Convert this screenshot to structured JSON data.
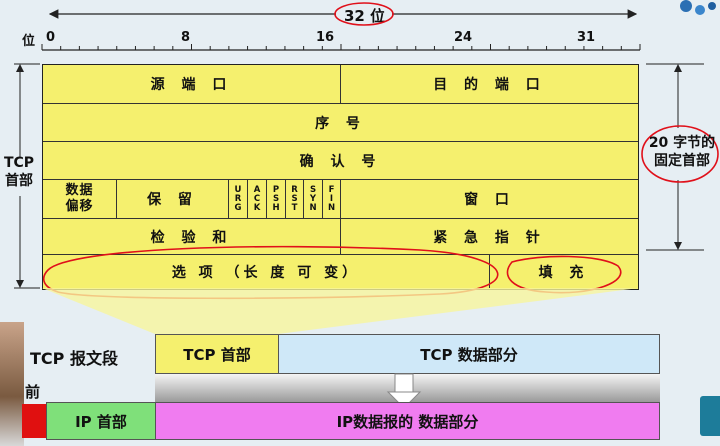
{
  "top": {
    "width_label": "32 位"
  },
  "ruler": {
    "prefix": "位",
    "ticks": [
      "0",
      "8",
      "16",
      "24",
      "31"
    ]
  },
  "left_label": {
    "line1": "TCP",
    "line2": "首部"
  },
  "right_label": {
    "line1": "20 字节的",
    "line2": "固定首部"
  },
  "header_fields": {
    "source_port": "源 端 口",
    "dest_port": "目 的 端 口",
    "sequence": "序 号",
    "ack_number": "确 认 号",
    "data_offset_line1": "数据",
    "data_offset_line2": "偏移",
    "reserved": "保 留",
    "flags": [
      [
        "U",
        "R",
        "G"
      ],
      [
        "A",
        "C",
        "K"
      ],
      [
        "P",
        "S",
        "H"
      ],
      [
        "R",
        "S",
        "T"
      ],
      [
        "S",
        "Y",
        "N"
      ],
      [
        "F",
        "I",
        "N"
      ]
    ],
    "window": "窗 口",
    "checksum": "检 验 和",
    "urgent_pointer": "紧 急 指 针",
    "options": "选  项  （长 度 可 变）",
    "padding": "填  充"
  },
  "segment": {
    "label": "TCP 报文段",
    "header": "TCP 首部",
    "data": "TCP 数据部分"
  },
  "datagram": {
    "side_text": "前",
    "header": "IP 首部",
    "data": "IP数据报的 数据部分"
  },
  "colors": {
    "header_fill": "#f5f06e",
    "tcp_data_fill": "#cfe8f8",
    "ip_header_fill": "#7fe07a",
    "ip_data_fill": "#f07cf0",
    "annotation_red": "#e0101a"
  }
}
